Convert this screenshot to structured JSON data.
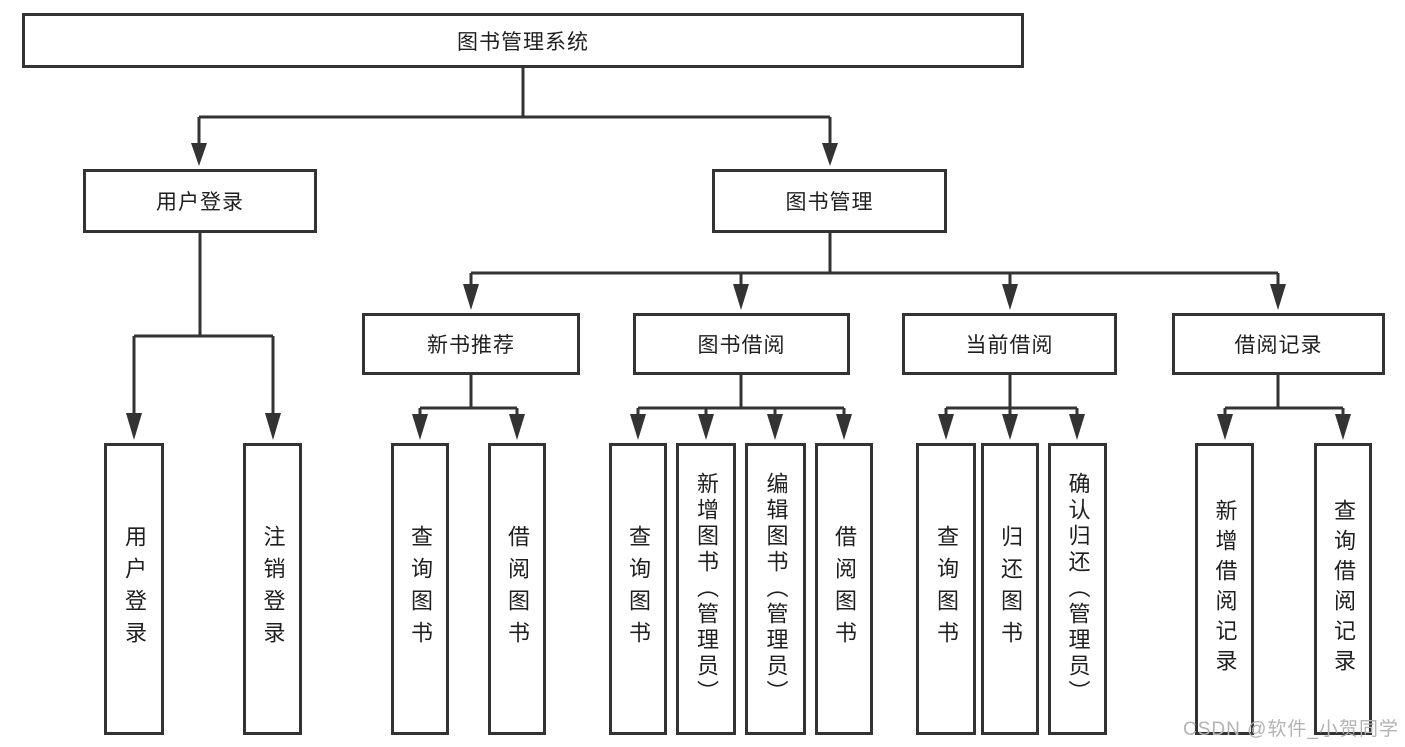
{
  "title": {
    "label": "图书管理系统"
  },
  "level2": [
    {
      "label": "用户登录"
    },
    {
      "label": "图书管理"
    }
  ],
  "level3": [
    {
      "label": "新书推荐",
      "parent": "图书管理"
    },
    {
      "label": "图书借阅",
      "parent": "图书管理"
    },
    {
      "label": "当前借阅",
      "parent": "图书管理"
    },
    {
      "label": "借阅记录",
      "parent": "图书管理"
    }
  ],
  "leaves": [
    {
      "label": "用户登录",
      "parent": "用户登录"
    },
    {
      "label": "注销登录",
      "parent": "用户登录"
    },
    {
      "label": "查询图书",
      "parent": "新书推荐"
    },
    {
      "label": "借阅图书",
      "parent": "新书推荐"
    },
    {
      "label": "查询图书",
      "parent": "图书借阅"
    },
    {
      "label": "新增图书（管理员）",
      "parent": "图书借阅"
    },
    {
      "label": "编辑图书（管理员）",
      "parent": "图书借阅"
    },
    {
      "label": "借阅图书",
      "parent": "图书借阅"
    },
    {
      "label": "查询图书",
      "parent": "当前借阅"
    },
    {
      "label": "归还图书",
      "parent": "当前借阅"
    },
    {
      "label": "确认归还（管理员）",
      "parent": "当前借阅"
    },
    {
      "label": "新增借阅记录",
      "parent": "借阅记录"
    },
    {
      "label": "查询借阅记录",
      "parent": "借阅记录"
    }
  ],
  "watermark": {
    "label": "CSDN @软件_小贺同学"
  },
  "colors": {
    "line": "#333333",
    "box_border": "#333333",
    "box_fill": "#ffffff",
    "text": "#1f1f1f",
    "watermark": "#b3b3b3"
  }
}
